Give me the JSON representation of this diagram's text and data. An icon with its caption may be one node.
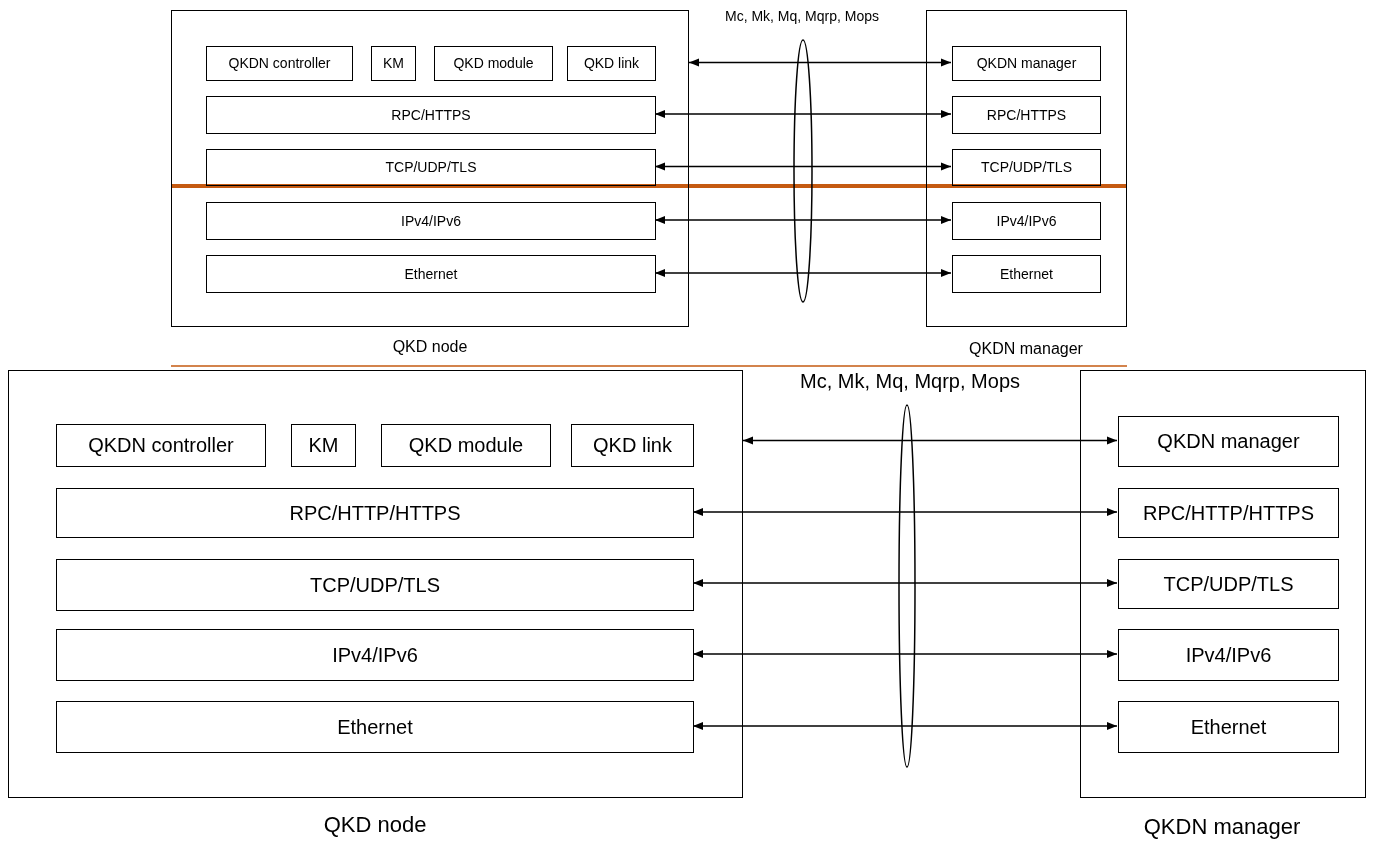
{
  "diagram": {
    "nodes": [
      {
        "text": [],
        "shape": "box",
        "beside": [
          "QKD node"
        ]
      },
      {
        "text": [
          "QKDN controller"
        ],
        "in": 0
      },
      {
        "text": [
          "KM"
        ],
        "in": 0
      },
      {
        "text": [
          "QKD module"
        ],
        "in": 0
      },
      {
        "text": [
          "QKD link"
        ],
        "in": 0
      },
      {
        "text": [
          "RPC/HTTPS"
        ],
        "in": 0
      },
      {
        "text": [
          "TCP/UDP/TLS"
        ],
        "in": 0
      },
      {
        "text": [
          "IPv4/IPv6"
        ],
        "in": 0
      },
      {
        "text": [
          "Ethernet"
        ],
        "in": 0
      },
      {
        "text": [],
        "shape": "box",
        "beside": [
          "QKDN manager"
        ]
      },
      {
        "text": [
          "QKDN manager"
        ],
        "in": 9
      },
      {
        "text": [
          "RPC/HTTPS"
        ],
        "in": 9
      },
      {
        "text": [
          "TCP/UDP/TLS"
        ],
        "in": 9
      },
      {
        "text": [
          "IPv4/IPv6"
        ],
        "in": 9
      },
      {
        "text": [
          "Ethernet"
        ],
        "in": 9
      },
      {
        "text": [],
        "shape": "box",
        "beside": [
          "QKD node"
        ]
      },
      {
        "text": [
          "QKDN controller"
        ],
        "in": 15
      },
      {
        "text": [
          "KM"
        ],
        "in": 15
      },
      {
        "text": [
          "QKD module"
        ],
        "in": 15
      },
      {
        "text": [
          "QKD link"
        ],
        "in": 15
      },
      {
        "text": [
          "RPC/HTTP/HTTPS"
        ],
        "in": 15
      },
      {
        "text": [
          "TCP/UDP/TLS"
        ],
        "in": 15
      },
      {
        "text": [
          "IPv4/IPv6"
        ],
        "in": 15
      },
      {
        "text": [
          "Ethernet"
        ],
        "in": 15
      },
      {
        "text": [],
        "shape": "box",
        "beside": [
          "QKDN manager"
        ]
      },
      {
        "text": [
          "QKDN manager"
        ],
        "in": 24
      },
      {
        "text": [
          "RPC/HTTP/HTTPS"
        ],
        "in": 24
      },
      {
        "text": [
          "TCP/UDP/TLS"
        ],
        "in": 24
      },
      {
        "text": [
          "IPv4/IPv6"
        ],
        "in": 24
      },
      {
        "text": [
          "Ethernet"
        ],
        "in": 24
      }
    ],
    "edges": [
      {
        "from": 0,
        "to": 10,
        "arrow": "both"
      },
      {
        "from": 5,
        "to": 11,
        "arrow": "both"
      },
      {
        "from": 6,
        "to": 12,
        "arrow": "both"
      },
      {
        "from": 7,
        "to": 13,
        "arrow": "both"
      },
      {
        "from": 8,
        "to": 14,
        "arrow": "both"
      },
      {
        "from": 15,
        "to": 25,
        "arrow": "both"
      },
      {
        "from": 20,
        "to": 26,
        "arrow": "both"
      },
      {
        "from": 21,
        "to": 27,
        "arrow": "both"
      },
      {
        "from": 22,
        "to": 28,
        "arrow": "both"
      },
      {
        "from": 23,
        "to": 29,
        "arrow": "both"
      }
    ],
    "labels": [
      "Mc, Mk, Mq, Mqrp, Mops",
      "Mc, Mk, Mq, Mqrp, Mops"
    ]
  }
}
